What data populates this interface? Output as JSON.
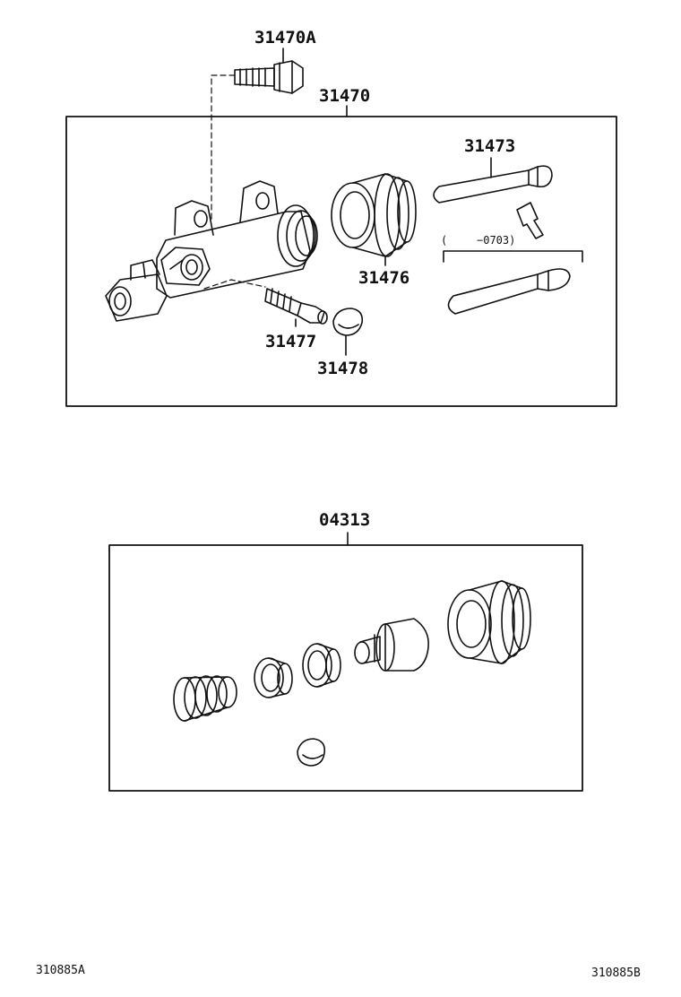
{
  "callouts": {
    "bleeder_bolt": "31470A",
    "cylinder_assy": "31470",
    "push_rod": "31473",
    "boot": "31476",
    "bleeder_plug": "31477",
    "cap": "31478",
    "repair_kit": "04313"
  },
  "applicability_note": {
    "open": "(",
    "range": "−0703)"
  },
  "illustration_codes": {
    "left": "310885A",
    "right": "310885B"
  }
}
